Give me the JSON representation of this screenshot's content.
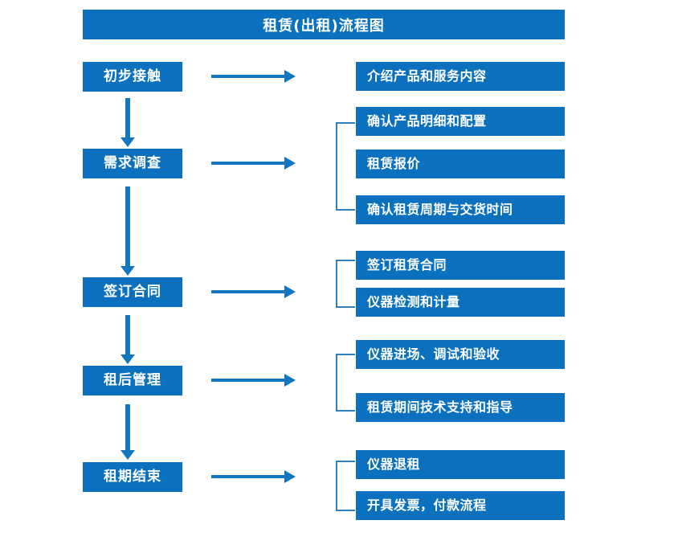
{
  "title": "租赁(出租)流程图",
  "accent_color": "#0B71BF",
  "arrow_color": "#1476BF",
  "bracket_color": "#2E7FC0",
  "text_color": "#FFFFFF",
  "background_color": "#FFFFFF",
  "stages": [
    {
      "label": "初步接触"
    },
    {
      "label": "需求调查"
    },
    {
      "label": "签订合同"
    },
    {
      "label": "租后管理"
    },
    {
      "label": "租期结束"
    }
  ],
  "details": [
    {
      "label": "介绍产品和服务内容"
    },
    {
      "label": "确认产品明细和配置"
    },
    {
      "label": "租赁报价"
    },
    {
      "label": "确认租赁周期与交货时间"
    },
    {
      "label": "签订租赁合同"
    },
    {
      "label": "仪器检测和计量"
    },
    {
      "label": "仪器进场、调试和验收"
    },
    {
      "label": "租赁期间技术支持和指导"
    },
    {
      "label": "仪器退租"
    },
    {
      "label": "开具发票，付款流程"
    }
  ],
  "groups": [
    {
      "name": "需求调查-group",
      "items": [
        "确认产品明细和配置",
        "租赁报价",
        "确认租赁周期与交货时间"
      ]
    },
    {
      "name": "签订合同-group",
      "items": [
        "签订租赁合同",
        "仪器检测和计量"
      ]
    },
    {
      "name": "租后管理-group",
      "items": [
        "仪器进场、调试和验收",
        "租赁期间技术支持和指导"
      ]
    },
    {
      "name": "租期结束-group",
      "items": [
        "仪器退租",
        "开具发票，付款流程"
      ]
    }
  ],
  "connectors": {
    "vertical_arrows": 4,
    "horizontal_arrows": 5
  }
}
